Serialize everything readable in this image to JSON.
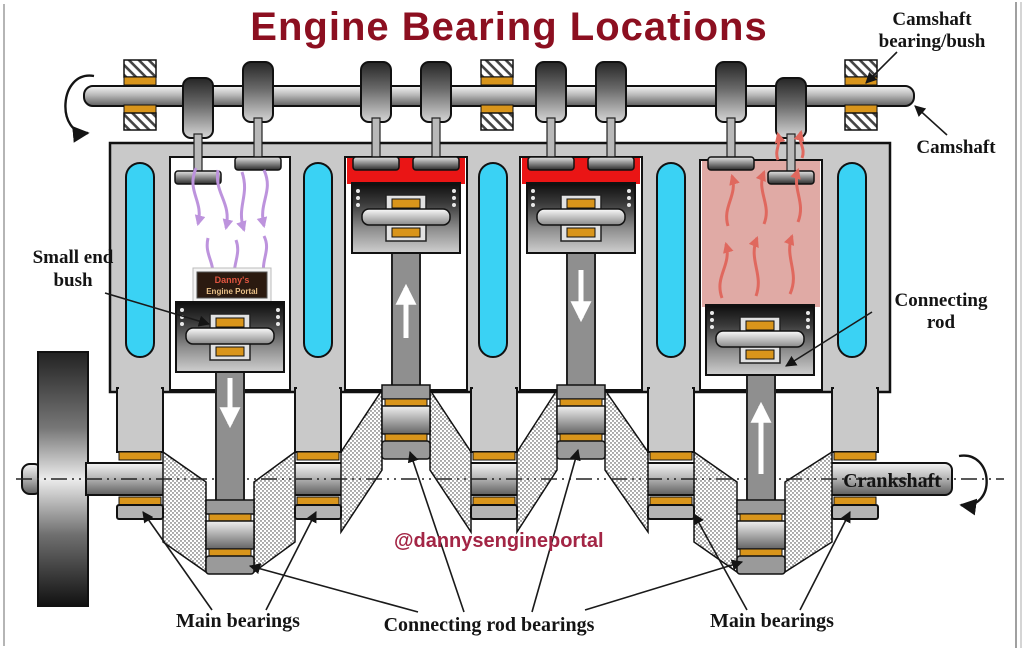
{
  "title": "Engine Bearing Locations",
  "labels": {
    "camshaft_bearing": {
      "line1": "Camshaft",
      "line2": "bearing/bush"
    },
    "camshaft": "Camshaft",
    "small_end_bush": {
      "line1": "Small end",
      "line2": "bush"
    },
    "connecting_rod": {
      "line1": "Connecting",
      "line2": "rod"
    },
    "crankshaft": "Crankshaft",
    "main_bearings_left": "Main bearings",
    "connecting_rod_bearings": "Connecting rod bearings",
    "main_bearings_right": "Main bearings"
  },
  "watermark": {
    "handle": "@dannysengineportal",
    "logo_line1": "Danny's",
    "logo_line2": "Engine Portal"
  },
  "diagram": {
    "type": "4-cylinder engine cross-section",
    "cylinders": 4,
    "main_bearings": 5,
    "connecting_rod_bearings": 4,
    "camshaft_bearings": 3,
    "coolant_passages": 5,
    "colors": {
      "title_maroon": "#8c0f20",
      "watermark_maroon": "#a32545",
      "bearing_orange": "#d9951b",
      "coolant_cyan": "#3ad2f4",
      "combustion_red": "#ea1515",
      "exhaust_pink": "#e0aaa5",
      "intake_arrow_purple": "#bd93dd",
      "exhaust_arrow_red": "#e0685e",
      "block_grey": "#c9c9c9"
    }
  }
}
